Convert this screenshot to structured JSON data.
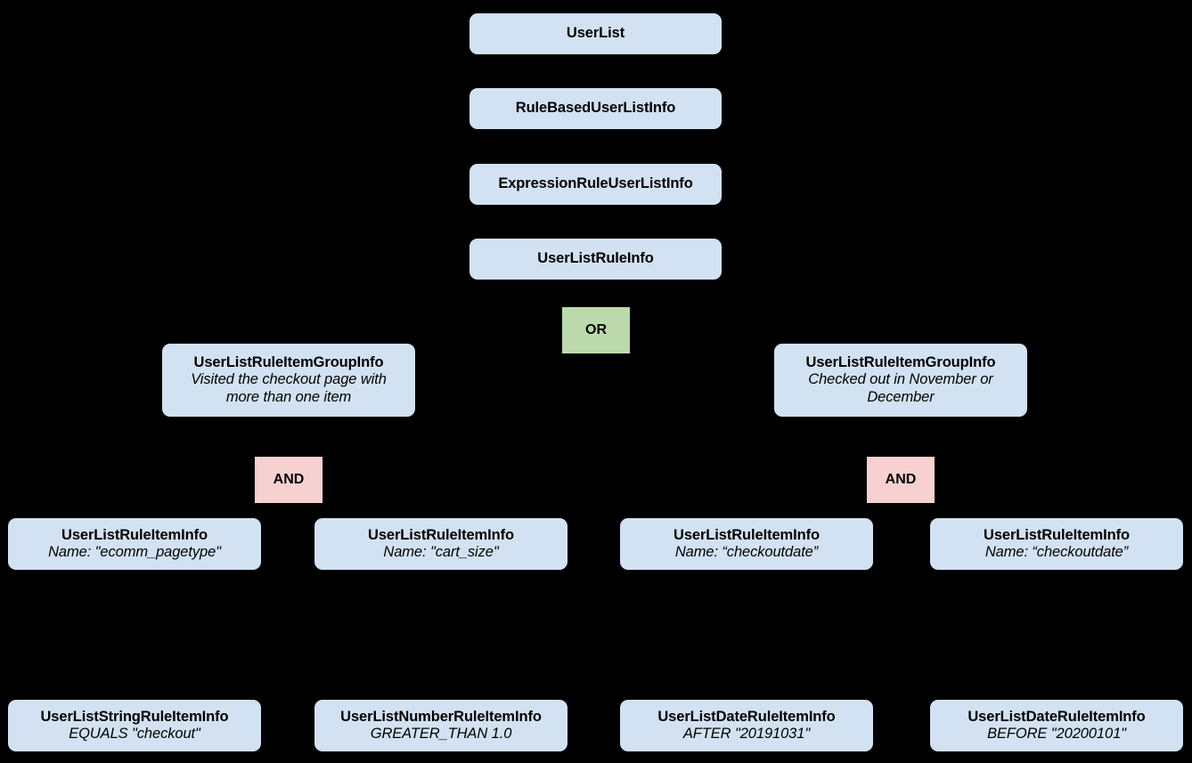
{
  "diagram": {
    "type": "tree",
    "background_color": "#000000",
    "class_node_color": "#d2e2f2",
    "or_node_color": "#bcd9ab",
    "and_node_color": "#f7d0d0",
    "text_color": "#000000"
  },
  "nodes": {
    "user_list": {
      "title": "UserList"
    },
    "rule_based": {
      "title": "RuleBasedUserListInfo"
    },
    "expression_rule": {
      "title": "ExpressionRuleUserListInfo"
    },
    "rule_info": {
      "title": "UserListRuleInfo"
    },
    "or_operator": {
      "label": "OR"
    },
    "group_left": {
      "title": "UserListRuleItemGroupInfo",
      "sub": "Visited the checkout page with more than one item"
    },
    "group_right": {
      "title": "UserListRuleItemGroupInfo",
      "sub": "Checked out in November or December"
    },
    "and_left": {
      "label": "AND"
    },
    "and_right": {
      "label": "AND"
    },
    "item_1": {
      "title": "UserListRuleItemInfo",
      "sub": "Name: \"ecomm_pagetype\""
    },
    "item_2": {
      "title": "UserListRuleItemInfo",
      "sub": "Name: \"cart_size\""
    },
    "item_3": {
      "title": "UserListRuleItemInfo",
      "sub": "Name: “checkoutdate”"
    },
    "item_4": {
      "title": "UserListRuleItemInfo",
      "sub": "Name: “checkoutdate”"
    },
    "leaf_1": {
      "title": "UserListStringRuleItemInfo",
      "sub": "EQUALS \"checkout\""
    },
    "leaf_2": {
      "title": "UserListNumberRuleItemInfo",
      "sub": "GREATER_THAN 1.0"
    },
    "leaf_3": {
      "title": "UserListDateRuleItemInfo",
      "sub": "AFTER \"20191031\""
    },
    "leaf_4": {
      "title": "UserListDateRuleItemInfo",
      "sub": "BEFORE \"20200101\""
    }
  }
}
